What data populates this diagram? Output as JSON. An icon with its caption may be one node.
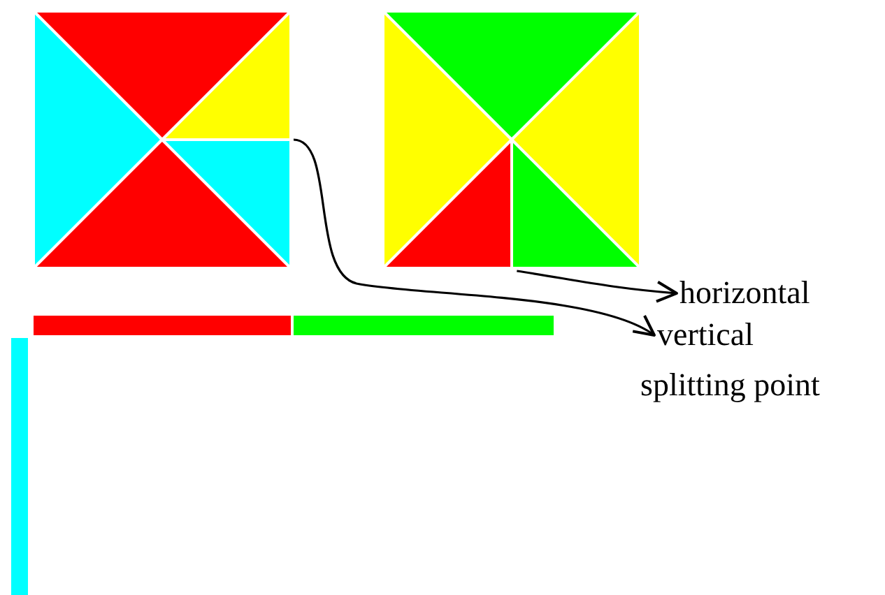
{
  "diagram": {
    "nodes": [
      {
        "text": [],
        "shape": "picture"
      },
      {
        "text": [],
        "shape": "picture"
      },
      {
        "text": [
          "horizontal"
        ]
      },
      {
        "text": [
          "vertical"
        ]
      },
      {
        "text": [],
        "shape": "bar"
      },
      {
        "text": [],
        "shape": "bar"
      },
      {
        "text": [],
        "shape": "bar"
      }
    ],
    "edges": [
      {
        "from": 0,
        "to": 3,
        "arrow": "to"
      },
      {
        "from": 1,
        "to": 2,
        "arrow": "to"
      }
    ],
    "labels": [
      "splitting point"
    ]
  }
}
